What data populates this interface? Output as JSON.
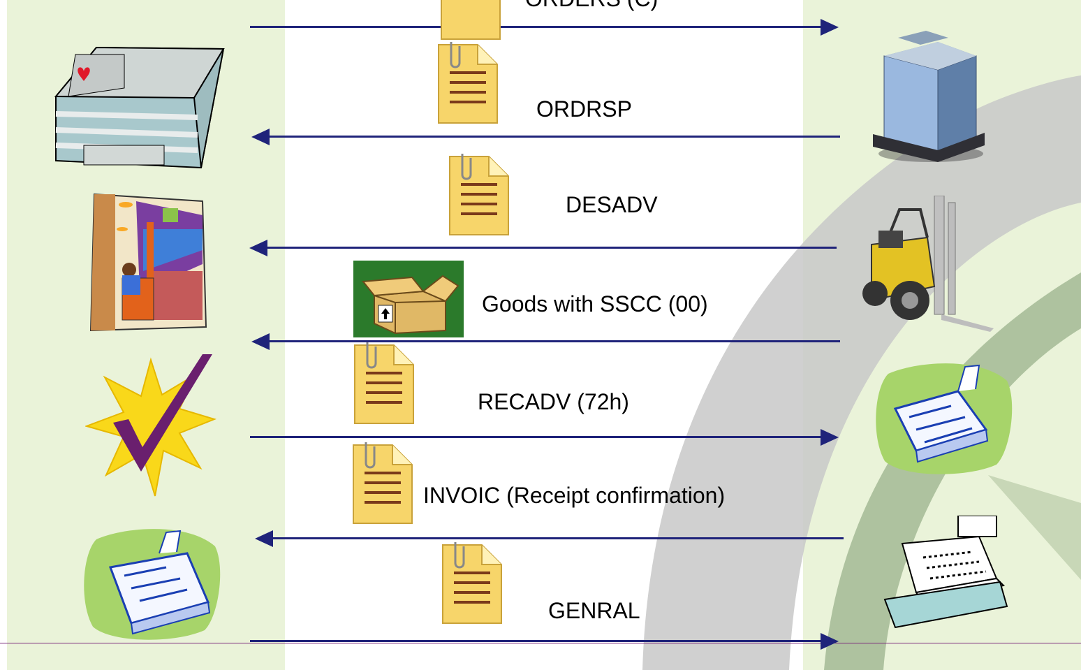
{
  "diagram": {
    "messages": [
      {
        "id": "orders",
        "label": "ORDERS (C)",
        "direction": "right"
      },
      {
        "id": "ordrsp",
        "label": "ORDRSP",
        "direction": "left"
      },
      {
        "id": "desadv",
        "label": "DESADV",
        "direction": "left"
      },
      {
        "id": "goods",
        "label": "Goods with SSCC (00)",
        "direction": "left"
      },
      {
        "id": "recadv",
        "label": "RECADV (72h)",
        "direction": "right"
      },
      {
        "id": "invoic",
        "label": "INVOIC (Receipt confirmation)",
        "direction": "left"
      },
      {
        "id": "genral",
        "label": "GENRAL",
        "direction": "right"
      }
    ],
    "left_icons": [
      "hospital-building-icon",
      "warehouse-forklift-icon",
      "checkmark-starburst-icon",
      "adding-machine-icon"
    ],
    "right_icons": [
      "office-building-icon",
      "forklift-icon",
      "adding-machine-icon",
      "cash-register-icon"
    ],
    "colors": {
      "lane": "#eaf3d9",
      "arrow": "#1f237a",
      "arc": "#c8c8c8",
      "arc_green": "#9fb590",
      "divider": "#7a2a7a"
    }
  }
}
